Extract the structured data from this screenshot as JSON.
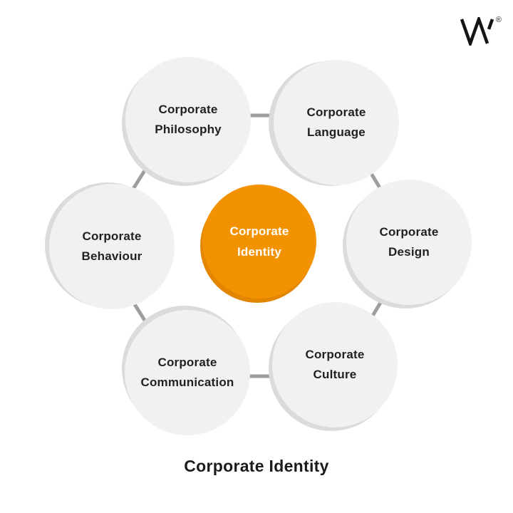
{
  "logo": {
    "letter": "W",
    "registered_mark": "®"
  },
  "diagram": {
    "type": "hub-and-ring",
    "center_node": {
      "id": "corporate-identity",
      "label": "Corporate\nIdentity"
    },
    "nodes": [
      {
        "id": "corporate-philosophy",
        "label": "Corporate\nPhilosophy"
      },
      {
        "id": "corporate-language",
        "label": "Corporate\nLanguage"
      },
      {
        "id": "corporate-design",
        "label": "Corporate\nDesign"
      },
      {
        "id": "corporate-culture",
        "label": "Corporate\nCulture"
      },
      {
        "id": "corporate-communication",
        "label": "Corporate\nCommunication"
      },
      {
        "id": "corporate-behaviour",
        "label": "Corporate\nBehaviour"
      }
    ],
    "edges": [
      [
        "corporate-philosophy",
        "corporate-language"
      ],
      [
        "corporate-language",
        "corporate-design"
      ],
      [
        "corporate-design",
        "corporate-culture"
      ],
      [
        "corporate-culture",
        "corporate-communication"
      ],
      [
        "corporate-communication",
        "corporate-behaviour"
      ],
      [
        "corporate-behaviour",
        "corporate-philosophy"
      ]
    ],
    "colors": {
      "background": "#FFFFFF",
      "center_fill": "#F39200",
      "center_side": "#E28500",
      "center_text": "#FFFFFF",
      "node_fill": "#F1F1F1",
      "node_side": "#DBDBDB",
      "node_text": "#212121",
      "connector": "#9E9E9E",
      "logo_color": "#141414"
    }
  },
  "caption": {
    "text": "Corporate Identity"
  }
}
